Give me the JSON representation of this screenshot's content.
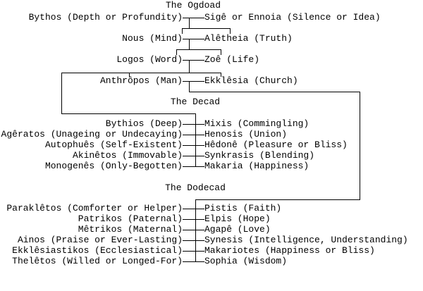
{
  "page": {
    "background_color": "#ffffff",
    "text_color": "#000000"
  },
  "diagram": {
    "ogdoad": {
      "title": "The Ogdoad",
      "couples": [
        {
          "left": "Bythos (Depth or Profundity)",
          "right": "Sigê or Ennoia (Silence or Idea)"
        },
        {
          "left": "Nous (Mind)",
          "right": "Alêtheia (Truth)"
        },
        {
          "left": "Logos (Word)",
          "right": "Zoê (Life)"
        },
        {
          "left": "Anthrôpos (Man)",
          "right": "Ekklêsia (Church)"
        }
      ]
    },
    "decad": {
      "title": "The Decad",
      "couples": [
        {
          "left": "Bythios (Deep)",
          "right": "Mixis (Commingling)"
        },
        {
          "left": "Agêratos (Unageing or Undecaying)",
          "right": "Henosis (Union)"
        },
        {
          "left": "Autophuês (Self-Existent)",
          "right": "Hêdonê (Pleasure or Bliss)"
        },
        {
          "left": "Akinêtos (Immovable)",
          "right": "Synkrasis (Blending)"
        },
        {
          "left": "Monogenês (Only-Begotten)",
          "right": "Makaria (Happiness)"
        }
      ]
    },
    "dodecad": {
      "title": "The Dodecad",
      "couples": [
        {
          "left": "Paraklêtos (Comforter or Helper)",
          "right": "Pistis (Faith)"
        },
        {
          "left": "Patrikos (Paternal)",
          "right": "Elpis (Hope)"
        },
        {
          "left": "Mêtrikos (Maternal)",
          "right": "Agapê (Love)"
        },
        {
          "left": "Ainos (Praise or Ever-Lasting)",
          "right": "Synesis (Intelligence, Understanding)"
        },
        {
          "left": "Ekklêsiastikos (Ecclesiastical)",
          "right": "Makariotes (Happiness or Bliss)"
        },
        {
          "left": "Thelêtos (Willed or Longed-For)",
          "right": "Sophia (Wisdom)"
        }
      ]
    }
  }
}
